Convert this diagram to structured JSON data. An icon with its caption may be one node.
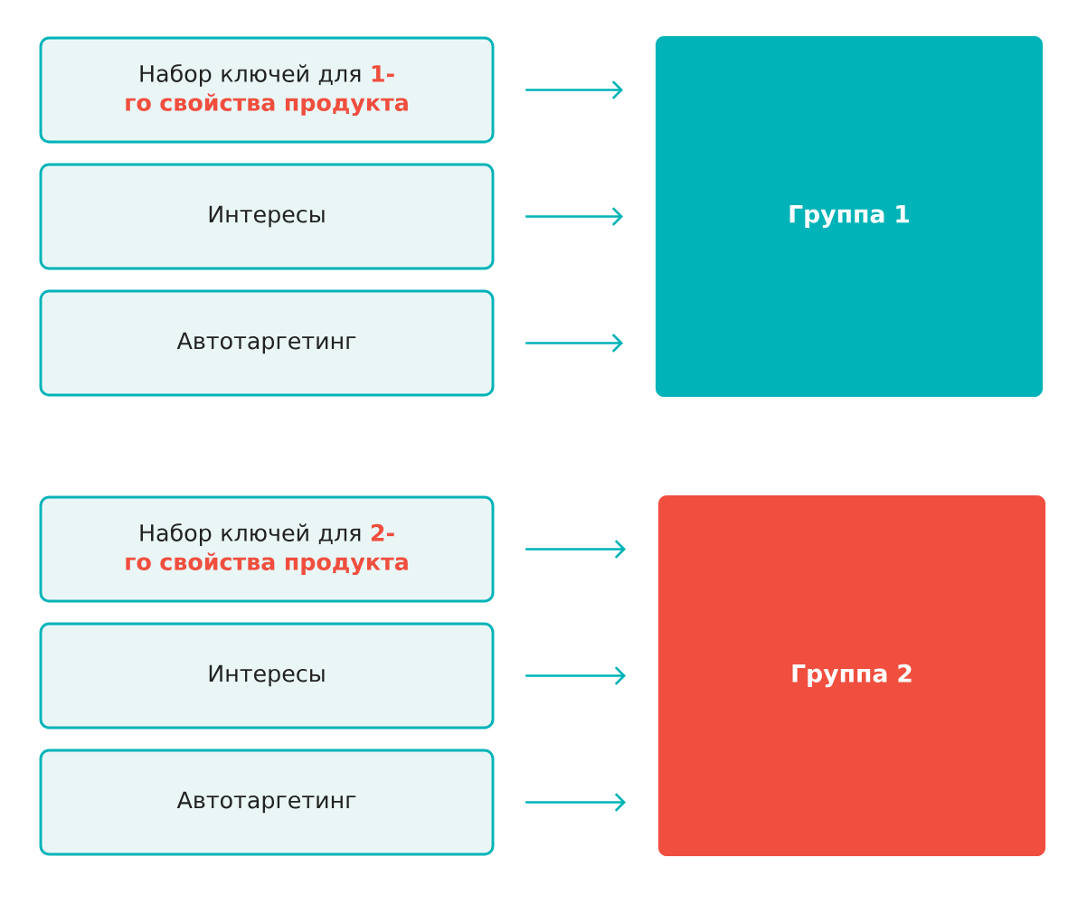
{
  "diagram": {
    "nodes": [
      {
        "text": [
          "Набор ключей для **1-го свойства продукта**"
        ]
      },
      {
        "text": [
          "Интересы"
        ]
      },
      {
        "text": [
          "Автотаргетинг"
        ]
      },
      {
        "text": [
          "Группа 1"
        ]
      },
      {
        "text": [
          "Набор ключей для **2-го свойства продукта**"
        ]
      },
      {
        "text": [
          "Интересы"
        ]
      },
      {
        "text": [
          "Автотаргетинг"
        ]
      },
      {
        "text": [
          "Группа 2"
        ]
      }
    ],
    "edges": [
      {
        "from": 0,
        "to": 3,
        "arrow": "to"
      },
      {
        "from": 1,
        "to": 3,
        "arrow": "to"
      },
      {
        "from": 2,
        "to": 3,
        "arrow": "to"
      },
      {
        "from": 4,
        "to": 7,
        "arrow": "to"
      },
      {
        "from": 5,
        "to": 7,
        "arrow": "to"
      },
      {
        "from": 6,
        "to": 7,
        "arrow": "to"
      }
    ]
  }
}
